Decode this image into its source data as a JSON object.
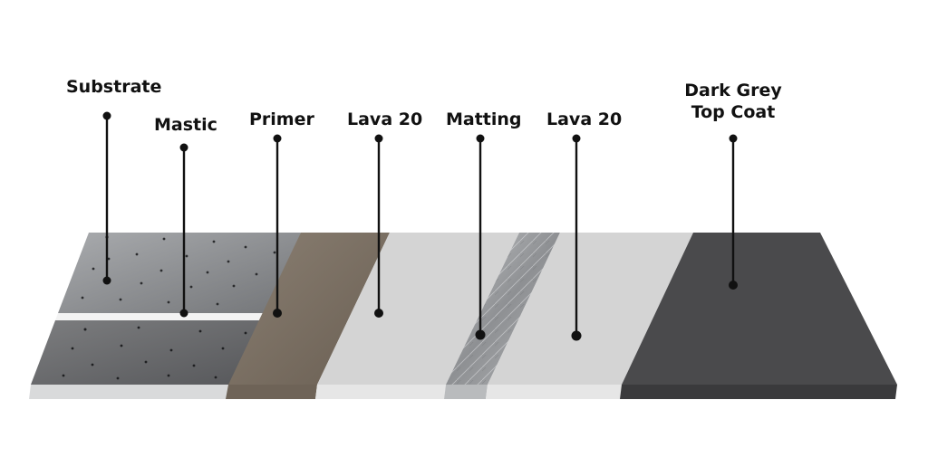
{
  "diagram": {
    "labels": {
      "substrate": "Substrate",
      "mastic": "Mastic",
      "primer": "Primer",
      "lava_1": "Lava 20",
      "matting": "Matting",
      "lava_2": "Lava 20",
      "top_coat_line1": "Dark Grey",
      "top_coat_line2": "Top Coat"
    },
    "colors": {
      "substrate": "#8a8c8f",
      "mastic": "#6a6b6c",
      "primer": "#7a6e62",
      "lava": "#d4d4d4",
      "matting": "#a9abad",
      "top_coat": "#4a4a4c",
      "callout": "#111111"
    }
  }
}
